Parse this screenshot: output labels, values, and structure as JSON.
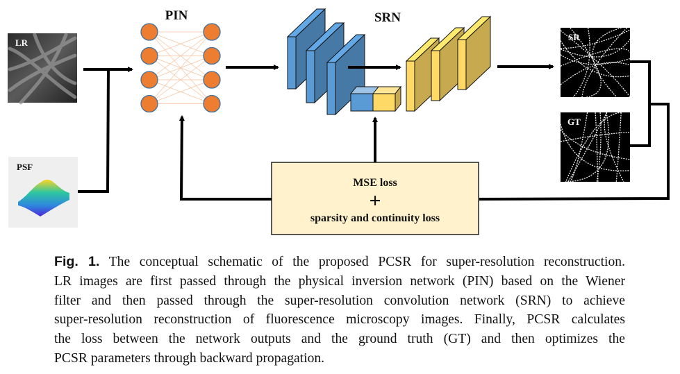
{
  "diagram": {
    "inputs": {
      "lr_label": "LR",
      "psf_label": "PSF"
    },
    "pin": {
      "title": "PIN",
      "nodes_per_layer": 4,
      "node_color": "#ED7D31",
      "node_stroke": "#41719C"
    },
    "srn": {
      "title": "SRN",
      "encoder_color": "#5B9BD5",
      "decoder_color": "#FFD966",
      "encoder_blocks": 3,
      "decoder_blocks": 3
    },
    "outputs": {
      "sr_label": "SR",
      "gt_label": "GT"
    },
    "loss_box": {
      "line1": "MSE loss",
      "plus": "+",
      "line2": "sparsity and continuity loss",
      "fill": "#FFF2CC"
    }
  },
  "caption": {
    "fig_label": "Fig. 1.",
    "lines": [
      "The conceptual schematic of the proposed PCSR for super-resolution reconstruction.",
      "LR images are first passed through the physical inversion network (PIN) based on the Wiener",
      "filter and then passed through the super-resolution convolution network (SRN) to achieve",
      "super-resolution reconstruction of fluorescence microscopy images.  Finally, PCSR calculates",
      "the loss between the network outputs and the ground truth (GT) and then optimizes the",
      "PCSR parameters through backward propagation."
    ]
  }
}
